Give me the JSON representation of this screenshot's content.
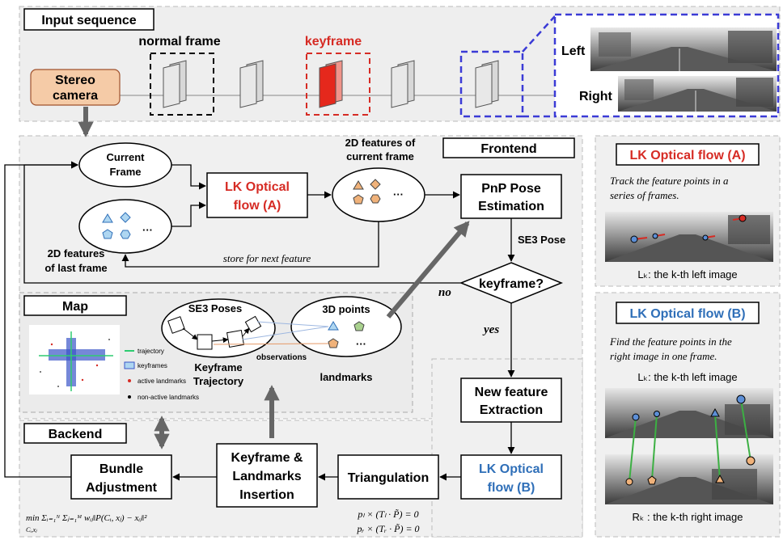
{
  "input": {
    "title": "Input sequence",
    "stereo_camera": [
      "Stereo",
      "camera"
    ],
    "normal_frame": "normal frame",
    "keyframe": "keyframe",
    "left": "Left",
    "right": "Right"
  },
  "frontend": {
    "title": "Frontend",
    "current_frame": [
      "Current",
      "Frame"
    ],
    "lk_a": [
      "LK Optical",
      "flow (A)"
    ],
    "features_current": [
      "2D features of",
      "current frame"
    ],
    "features_last": [
      "2D features",
      "of last frame"
    ],
    "store_note": "store for next feature",
    "pnp": [
      "PnP Pose",
      "Estimation"
    ],
    "se3_pose": "SE3 Pose",
    "keyframe_q": "keyframe?",
    "no": "no",
    "yes": "yes",
    "ellipsis": "···",
    "new_feature": [
      "New feature",
      "Extraction"
    ],
    "lk_b": [
      "LK Optical",
      "flow (B)"
    ]
  },
  "map": {
    "title": "Map",
    "se3_poses": "SE3 Poses",
    "points_3d": "3D points",
    "observations": "observations",
    "kf_trajectory": [
      "Keyframe",
      "Trajectory"
    ],
    "landmarks": "landmarks",
    "legend": [
      "trajectory",
      "keyframes",
      "active landmarks",
      "non-active landmarks"
    ]
  },
  "backend": {
    "title": "Backend",
    "ba": [
      "Bundle",
      "Adjustment"
    ],
    "kf_insert": [
      "Keyframe &",
      "Landmarks",
      "Insertion"
    ],
    "triangulation": "Triangulation",
    "ba_formula": "min Σᵢ₌₁ᴺ Σⱼ₌₁ᴹ wᵢⱼ‖P(Cᵢ, xⱼ) − xᵢⱼ‖²",
    "ba_formula_sub": "Cᵢ,xⱼ",
    "tri_formula_1": "pₗ × (Tₗ · P̃) = 0",
    "tri_formula_2": "pᵣ × (Tᵣ · P̃) = 0"
  },
  "panel_a": {
    "title": "LK Optical flow (A)",
    "desc": [
      "Track the feature points in a",
      "series of frames."
    ],
    "caption": "Lₖ: the k-th left image"
  },
  "panel_b": {
    "title": "LK Optical flow (B)",
    "desc": [
      "Find the feature points in the",
      "right image in one frame."
    ],
    "caption_top": "Lₖ: the k-th left image",
    "caption_bottom": "Rₖ : the k-th right image"
  },
  "colors": {
    "red": "#d62b24",
    "blue": "#2f6fb8",
    "dash_blue": "#3b3bd6",
    "camera_fill": "#f5cba7",
    "shape_orange": "#f0b27a",
    "shape_blue": "#aed6f1",
    "shape_green": "#a9d18e",
    "gray_arrow": "#666666"
  }
}
